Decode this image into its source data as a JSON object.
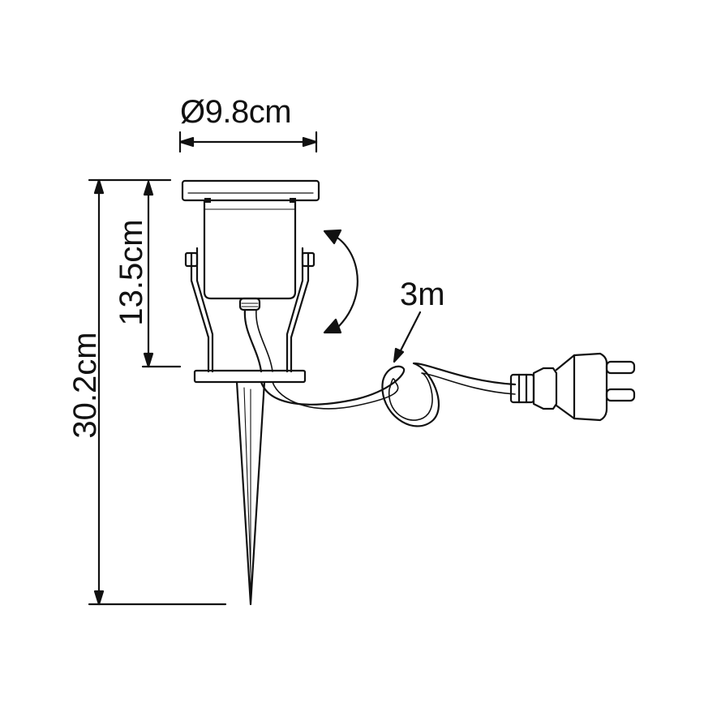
{
  "dimensions": {
    "diameter": "Ø9.8cm",
    "head_height": "13.5cm",
    "total_height": "30.2cm",
    "cable_length": "3m"
  }
}
